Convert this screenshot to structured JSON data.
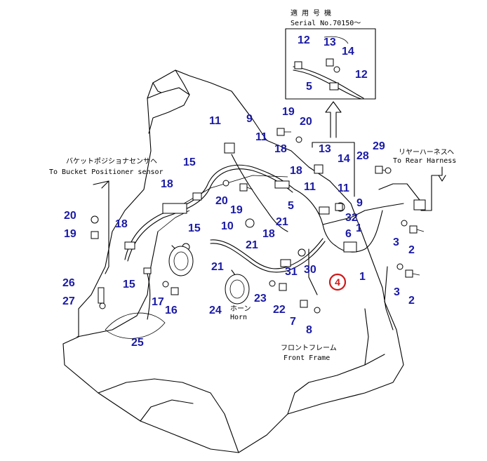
{
  "inset": {
    "line1": "適 用 号 機",
    "line2": "Serial No.70150～",
    "callouts": [
      "12",
      "13",
      "14",
      "12",
      "5"
    ]
  },
  "notes": {
    "bucket_jp": "バケットポジショナセンサヘ",
    "bucket_en": "To Bucket Positioner sensor",
    "rear_jp": "リヤーハーネスヘ",
    "rear_en": "To Rear Harness",
    "horn_jp": "ホーン",
    "horn_en": "Horn",
    "frame_jp": "フロントフレーム",
    "frame_en": "Front Frame"
  },
  "highlight": {
    "label": "4",
    "color": "#d01818"
  },
  "callouts": [
    "11",
    "9",
    "19",
    "20",
    "11",
    "18",
    "15",
    "18",
    "13",
    "14",
    "28",
    "29",
    "18",
    "11",
    "20",
    "19",
    "11",
    "9",
    "5",
    "32",
    "10",
    "18",
    "21",
    "6",
    "1",
    "20",
    "19",
    "18",
    "15",
    "21",
    "21",
    "31",
    "30",
    "1",
    "3",
    "2",
    "3",
    "2",
    "26",
    "27",
    "15",
    "17",
    "16",
    "24",
    "23",
    "22",
    "7",
    "8",
    "25"
  ],
  "colors": {
    "callout": "#1a1aa6",
    "highlight": "#d01818",
    "line": "#000000"
  }
}
